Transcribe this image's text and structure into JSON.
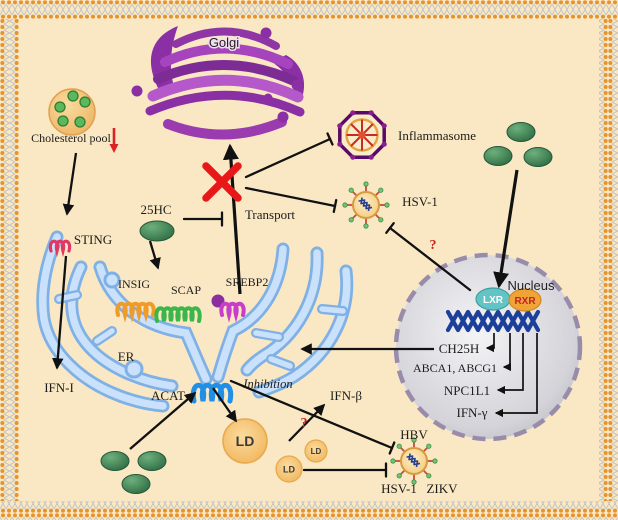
{
  "figure": {
    "organelles": {
      "golgi": "Golgi",
      "er": "ER",
      "nucleus": "Nucleus"
    },
    "labels": {
      "cholesterol_pool": "Cholesterol pool",
      "sting": "STING",
      "ifn_i": "IFN-I",
      "oxysterol_25hc": "25HC",
      "transport": "Transport",
      "inflammasome": "Inflammasome",
      "hsv1": "HSV-1",
      "insig": "INSIG",
      "scap": "SCAP",
      "srebp2": "SREBP2",
      "acat": "ACAT",
      "inhibition": "Inhibition",
      "ifn_beta": "IFN-β",
      "ifn_gamma": "IFN-γ",
      "hbv": "HBV",
      "zikv": "ZIKV",
      "ld": "LD",
      "lxr": "LXR",
      "rxr": "RXR",
      "ch25h": "CH25H",
      "abca1_abcg1": "ABCA1, ABCG1",
      "npc1l1": "NPC1L1",
      "question_mark": "?"
    },
    "colors": {
      "background": "#f9e8c3",
      "border_bead": "#e6922f",
      "er_blue": "#c9e1fa",
      "er_blue_edge": "#7fb0e6",
      "golgi_purple": "#8b2fa5",
      "red_x": "#e81818",
      "red_accent": "#cc2222",
      "nucleus_fill": "#d9d9de",
      "nucleus_border": "#998cab",
      "dna_navy": "#1c3f99",
      "lxr_teal": "#62c4c4",
      "rxr_orange": "#f0a438",
      "sterol_green": "#3f7d4f",
      "ld_orange": "#f3bb66",
      "insig_orange": "#f09a28",
      "scap_green": "#3cb54a",
      "srebp2_magenta": "#c93ec9",
      "acat_blue": "#1f8fe8",
      "sting_pink": "#e13766"
    },
    "icons": [
      "membrane-border-pattern",
      "golgi-organelle",
      "er-membrane",
      "nucleus",
      "inflammasome-icon",
      "virion-icon",
      "lipid-droplet-icon",
      "sterol-molecule-icon",
      "blocked-transport-x-icon",
      "decrease-arrow-icon",
      "dna-helix-icon",
      "cholesterol-pool-icon"
    ]
  }
}
